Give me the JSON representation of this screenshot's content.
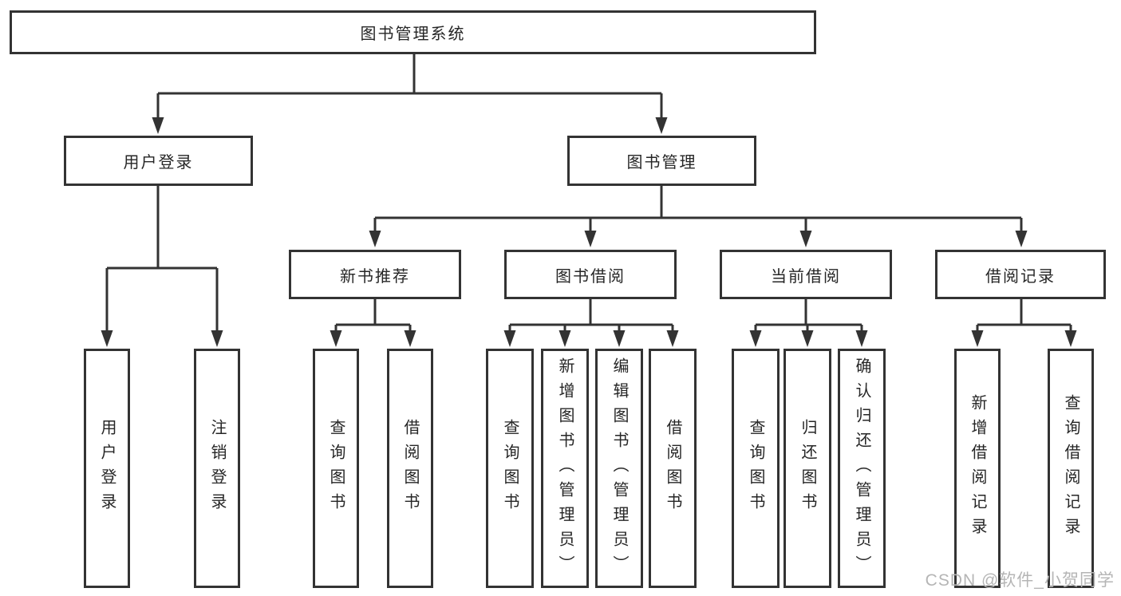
{
  "diagram": {
    "root": {
      "label": "图书管理系统"
    },
    "level2": [
      {
        "label": "用户登录"
      },
      {
        "label": "图书管理"
      }
    ],
    "level3": [
      {
        "label": "新书推荐"
      },
      {
        "label": "图书借阅"
      },
      {
        "label": "当前借阅"
      },
      {
        "label": "借阅记录"
      }
    ],
    "leaves": {
      "user_login": [
        {
          "label": "用户登录"
        },
        {
          "label": "注销登录"
        }
      ],
      "new_books": [
        {
          "label": "查询图书"
        },
        {
          "label": "借阅图书"
        }
      ],
      "book_borrow": [
        {
          "label": "查询图书"
        },
        {
          "label": "新增图书（管理员）"
        },
        {
          "label": "编辑图书（管理员）"
        },
        {
          "label": "借阅图书"
        }
      ],
      "current_borrow": [
        {
          "label": "查询图书"
        },
        {
          "label": "归还图书"
        },
        {
          "label": "确认归还（管理员）"
        }
      ],
      "borrow_records": [
        {
          "label": "新增借阅记录"
        },
        {
          "label": "查询借阅记录"
        }
      ]
    },
    "watermark": "CSDN @软件_小贺同学",
    "colors": {
      "line": "#333333",
      "box_border": "#333333",
      "text": "#262626",
      "watermark": "#b5b5b5",
      "background": "#ffffff"
    }
  }
}
